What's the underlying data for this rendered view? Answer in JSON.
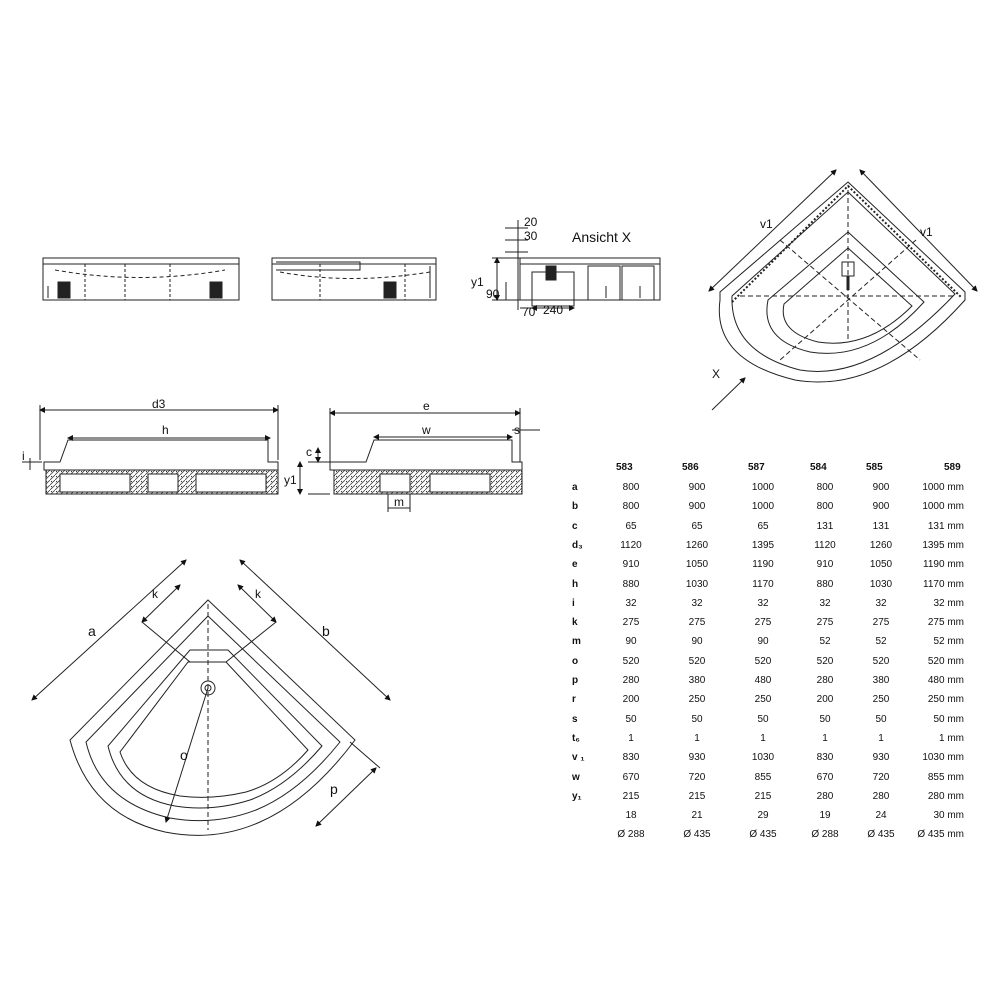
{
  "labels": {
    "view_x_title": "Ansicht X",
    "dim_20": "20",
    "dim_30": "30",
    "dim_y1_side": "y1",
    "dim_90": "90",
    "dim_70": "70",
    "dim_240": "240",
    "dim_v1_left": "v1",
    "dim_v1_right": "v1",
    "arrow_x": "X",
    "dim_d3": "d3",
    "dim_h": "h",
    "dim_i": "i",
    "dim_e": "e",
    "dim_w": "w",
    "dim_s": "s",
    "dim_c": "c",
    "dim_y1_section": "y1",
    "dim_m": "m",
    "dim_a": "a",
    "dim_b": "b",
    "dim_k_left": "k",
    "dim_k_right": "k",
    "dim_o": "o",
    "dim_p": "p"
  },
  "table": {
    "columns": [
      "583",
      "586",
      "587",
      "584",
      "585",
      "589"
    ],
    "rows": [
      {
        "label": "a",
        "values": [
          "800",
          "900",
          "1000",
          "800",
          "900",
          "1000 mm"
        ]
      },
      {
        "label": "b",
        "values": [
          "800",
          "900",
          "1000",
          "800",
          "900",
          "1000 mm"
        ]
      },
      {
        "label": "c",
        "values": [
          "65",
          "65",
          "65",
          "131",
          "131",
          "131 mm"
        ]
      },
      {
        "label": "d₃",
        "values": [
          "1120",
          "1260",
          "1395",
          "1120",
          "1260",
          "1395 mm"
        ]
      },
      {
        "label": "e",
        "values": [
          "910",
          "1050",
          "1190",
          "910",
          "1050",
          "1190 mm"
        ]
      },
      {
        "label": "h",
        "values": [
          "880",
          "1030",
          "1170",
          "880",
          "1030",
          "1170 mm"
        ]
      },
      {
        "label": "i",
        "values": [
          "32",
          "32",
          "32",
          "32",
          "32",
          "32 mm"
        ]
      },
      {
        "label": "k",
        "values": [
          "275",
          "275",
          "275",
          "275",
          "275",
          "275 mm"
        ]
      },
      {
        "label": "m",
        "values": [
          "90",
          "90",
          "90",
          "52",
          "52",
          "52 mm"
        ]
      },
      {
        "label": "o",
        "values": [
          "520",
          "520",
          "520",
          "520",
          "520",
          "520 mm"
        ]
      },
      {
        "label": "p",
        "values": [
          "280",
          "380",
          "480",
          "280",
          "380",
          "480 mm"
        ]
      },
      {
        "label": "r",
        "values": [
          "200",
          "250",
          "250",
          "200",
          "250",
          "250 mm"
        ]
      },
      {
        "label": "s",
        "values": [
          "50",
          "50",
          "50",
          "50",
          "50",
          "50 mm"
        ]
      },
      {
        "label": "t₆",
        "values": [
          "1",
          "1",
          "1",
          "1",
          "1",
          "1 mm"
        ]
      },
      {
        "label": "v ₁",
        "values": [
          "830",
          "930",
          "1030",
          "830",
          "930",
          "1030 mm"
        ]
      },
      {
        "label": "w",
        "values": [
          "670",
          "720",
          "855",
          "670",
          "720",
          "855 mm"
        ]
      },
      {
        "label": "y₁",
        "values": [
          "215",
          "215",
          "215",
          "280",
          "280",
          "280 mm"
        ]
      },
      {
        "label": "",
        "values": [
          "18",
          "21",
          "29",
          "19",
          "24",
          "30 mm"
        ]
      },
      {
        "label": "",
        "values": [
          "Ø 288",
          "Ø 435",
          "Ø 435",
          "Ø 288",
          "Ø 435",
          "Ø 435 mm"
        ]
      }
    ]
  }
}
